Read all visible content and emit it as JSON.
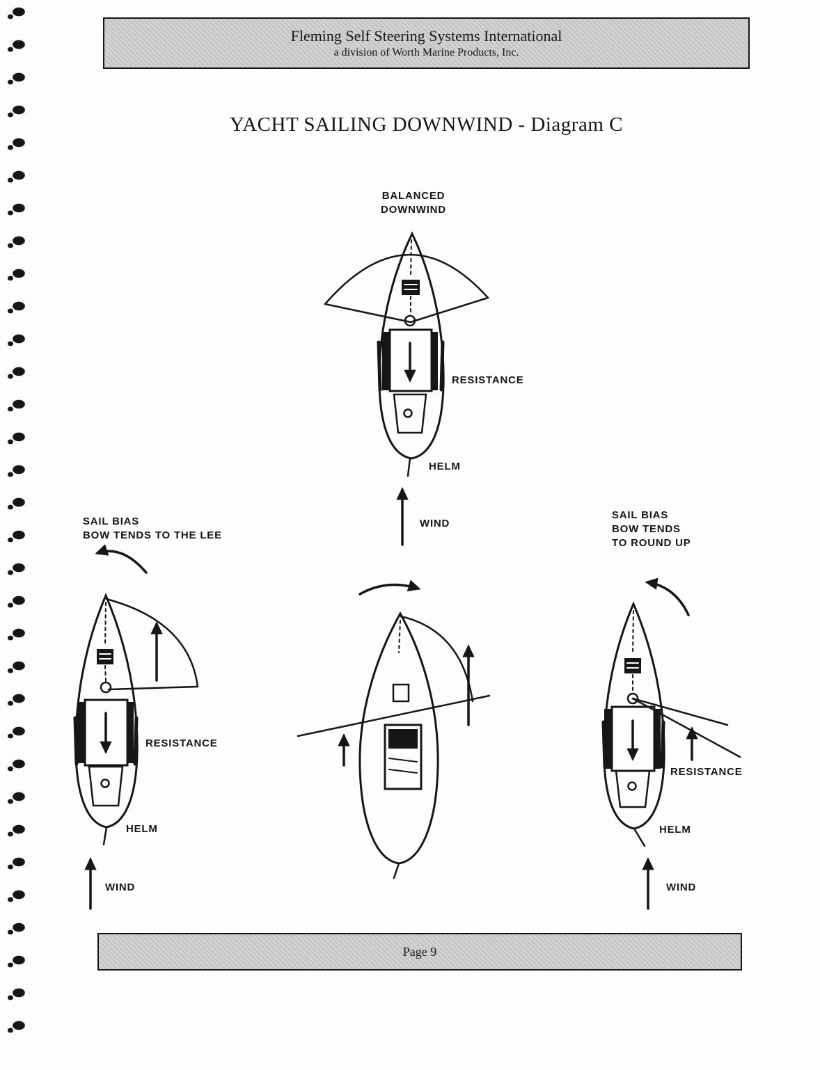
{
  "colors": {
    "ink": "#161616",
    "paper": "#fdfdfc",
    "band": "#c9c9c9"
  },
  "page": {
    "header": {
      "line1": "Fleming Self Steering Systems International",
      "line2": "a division of Worth Marine Products, Inc."
    },
    "title": "YACHT SAILING DOWNWIND - Diagram C",
    "footer": "Page  9"
  },
  "diagram": {
    "top_boat": {
      "caption_line1": "BALANCED",
      "caption_line2": "DOWNWIND",
      "resistance": "RESISTANCE",
      "helm": "HELM",
      "wind": "WIND"
    },
    "left_boat": {
      "caption_line1": "SAIL BIAS",
      "caption_line2": "BOW TENDS TO THE LEE",
      "resistance": "RESISTANCE",
      "helm": "HELM",
      "wind": "WIND"
    },
    "right_boat": {
      "caption_line1": "SAIL BIAS",
      "caption_line2": "BOW TENDS",
      "caption_line3": "TO ROUND UP",
      "resistance": "RESISTANCE",
      "helm": "HELM",
      "wind": "WIND"
    }
  }
}
